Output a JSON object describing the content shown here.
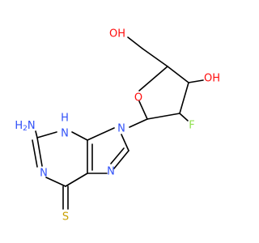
{
  "structure": {
    "atoms": {
      "ho_top": {
        "text": "OH",
        "color": "#FF0D0D"
      },
      "oh_right": {
        "text": "OH",
        "color": "#FF0D0D"
      },
      "o_ring": {
        "text": "O",
        "color": "#FF0D0D"
      },
      "f": {
        "text": "F",
        "color": "#90E050"
      },
      "h2n": {
        "text": "H2N",
        "color": "#3050F8"
      },
      "nh": {
        "text": "H\nN",
        "color": "#3050F8"
      },
      "n9": {
        "text": "N",
        "color": "#3050F8"
      },
      "n1": {
        "text": "N",
        "color": "#3050F8"
      },
      "n7": {
        "text": "N",
        "color": "#3050F8"
      },
      "s": {
        "text": "S",
        "color": "#C8A000"
      }
    }
  }
}
